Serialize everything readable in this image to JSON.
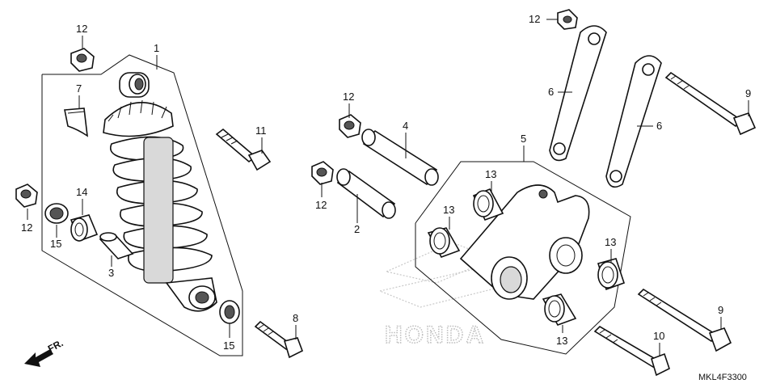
{
  "diagram": {
    "diagram_code": "MKL4F3300",
    "front_arrow_label": "FR.",
    "watermark": "HONDA",
    "callouts": [
      {
        "id": "c12a",
        "text": "12"
      },
      {
        "id": "c1",
        "text": "1"
      },
      {
        "id": "c7",
        "text": "7"
      },
      {
        "id": "c11",
        "text": "11"
      },
      {
        "id": "c14",
        "text": "14"
      },
      {
        "id": "c12b",
        "text": "12"
      },
      {
        "id": "c15a",
        "text": "15"
      },
      {
        "id": "c3",
        "text": "3"
      },
      {
        "id": "c8",
        "text": "8"
      },
      {
        "id": "c15b",
        "text": "15"
      },
      {
        "id": "c12c",
        "text": "12"
      },
      {
        "id": "c4",
        "text": "4"
      },
      {
        "id": "c12d",
        "text": "12"
      },
      {
        "id": "c2",
        "text": "2"
      },
      {
        "id": "c12e",
        "text": "12"
      },
      {
        "id": "c6a",
        "text": "6"
      },
      {
        "id": "c6b",
        "text": "6"
      },
      {
        "id": "c9a",
        "text": "9"
      },
      {
        "id": "c5",
        "text": "5"
      },
      {
        "id": "c13a",
        "text": "13"
      },
      {
        "id": "c13b",
        "text": "13"
      },
      {
        "id": "c13c",
        "text": "13"
      },
      {
        "id": "c13d",
        "text": "13"
      },
      {
        "id": "c9b",
        "text": "9"
      },
      {
        "id": "c10",
        "text": "10"
      }
    ]
  }
}
